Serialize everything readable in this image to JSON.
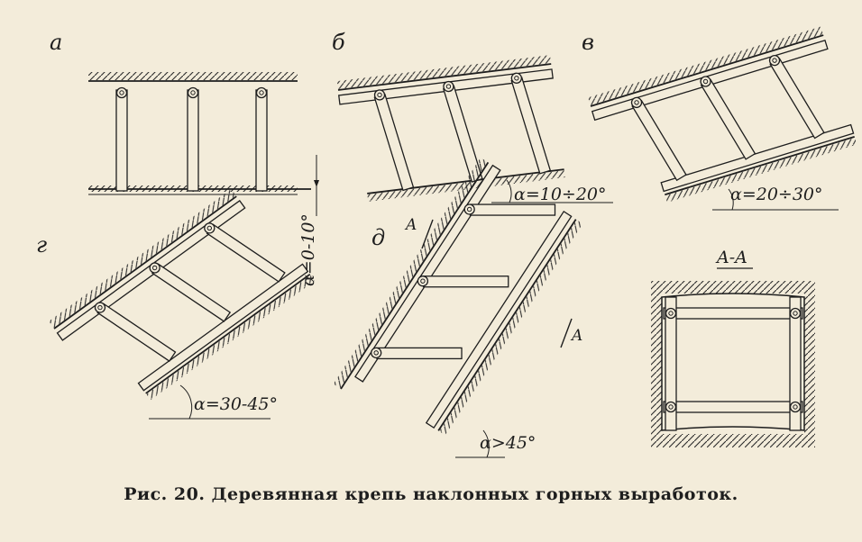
{
  "panels": {
    "a": {
      "label": "а",
      "angle": "α=0-10°"
    },
    "b": {
      "label": "б",
      "angle": "α=10÷20°"
    },
    "v": {
      "label": "в",
      "angle": "α=20÷30°"
    },
    "g": {
      "label": "г",
      "angle": "α=30-45°"
    },
    "d": {
      "label": "д",
      "angle": "α>45°",
      "section_mark": "A"
    },
    "section": {
      "label": "A-A"
    }
  },
  "caption": "Рис. 20. Деревянная крепь наклонных горных выработок."
}
